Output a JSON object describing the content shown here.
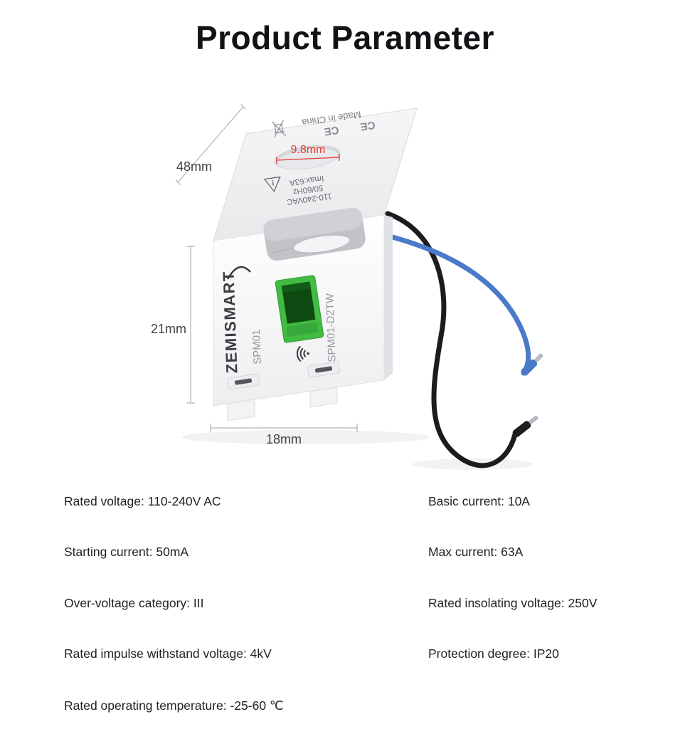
{
  "title": "Product Parameter",
  "device": {
    "brand": "ZEMISMART",
    "model_side": "SPM01",
    "model_front": "SPM01-D2TW",
    "made_in": "Made in China",
    "cert_mark": "CE",
    "rating_line1": "110-240VAC",
    "rating_line2": "50/60Hz",
    "rating_line3": "Imax:63A",
    "warning_mark": "!"
  },
  "dimensions": {
    "depth": "48mm",
    "height": "21mm",
    "width": "18mm",
    "hole_diameter": "9.8mm"
  },
  "colors": {
    "accent_red": "#e23a2e",
    "terminal_green": "#41bb41",
    "wire_black": "#1c1c1f",
    "wire_blue": "#4b7ac8"
  },
  "specs": {
    "left": [
      "Rated voltage: 110-240V AC",
      "Starting current: 50mA",
      "Over-voltage category: III",
      "Rated impulse withstand voltage: 4kV",
      "Rated operating temperature: -25-60 ℃"
    ],
    "right": [
      "Basic current: 10A",
      "Max current: 63A",
      "Rated insolating voltage: 250V",
      "Protection degree: IP20"
    ]
  }
}
